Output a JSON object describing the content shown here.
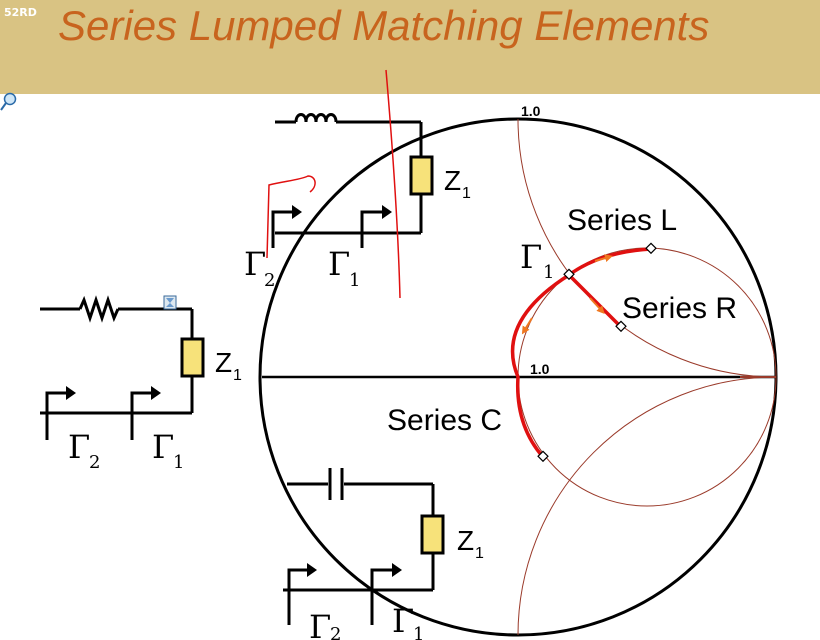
{
  "header": {
    "slide_number": "52RD",
    "title": "Series Lumped Matching Elements"
  },
  "smith_chart": {
    "unit_label_top": "1.0",
    "unit_label_center": "1.0",
    "series_l_label": "Series L",
    "series_r_label": "Series R",
    "series_c_label": "Series C",
    "gamma1_label": "Γ",
    "gamma1_sub": "1"
  },
  "circuits": {
    "impedance_label": "Z",
    "impedance_sub": "1",
    "gamma_symbol": "Γ",
    "gamma2_sub": "2",
    "gamma1_sub": "1"
  },
  "colors": {
    "header_bg": "#d9c383",
    "title": "#c8641e",
    "trajectory": "#e01010",
    "arrow": "#f07820",
    "chart_circle": "#9a3a2a",
    "component_fill": "#f7e27a"
  },
  "icons": [
    "magnifier-icon",
    "hourglass-icon",
    "inductor-icon",
    "resistor-icon",
    "capacitor-icon"
  ]
}
